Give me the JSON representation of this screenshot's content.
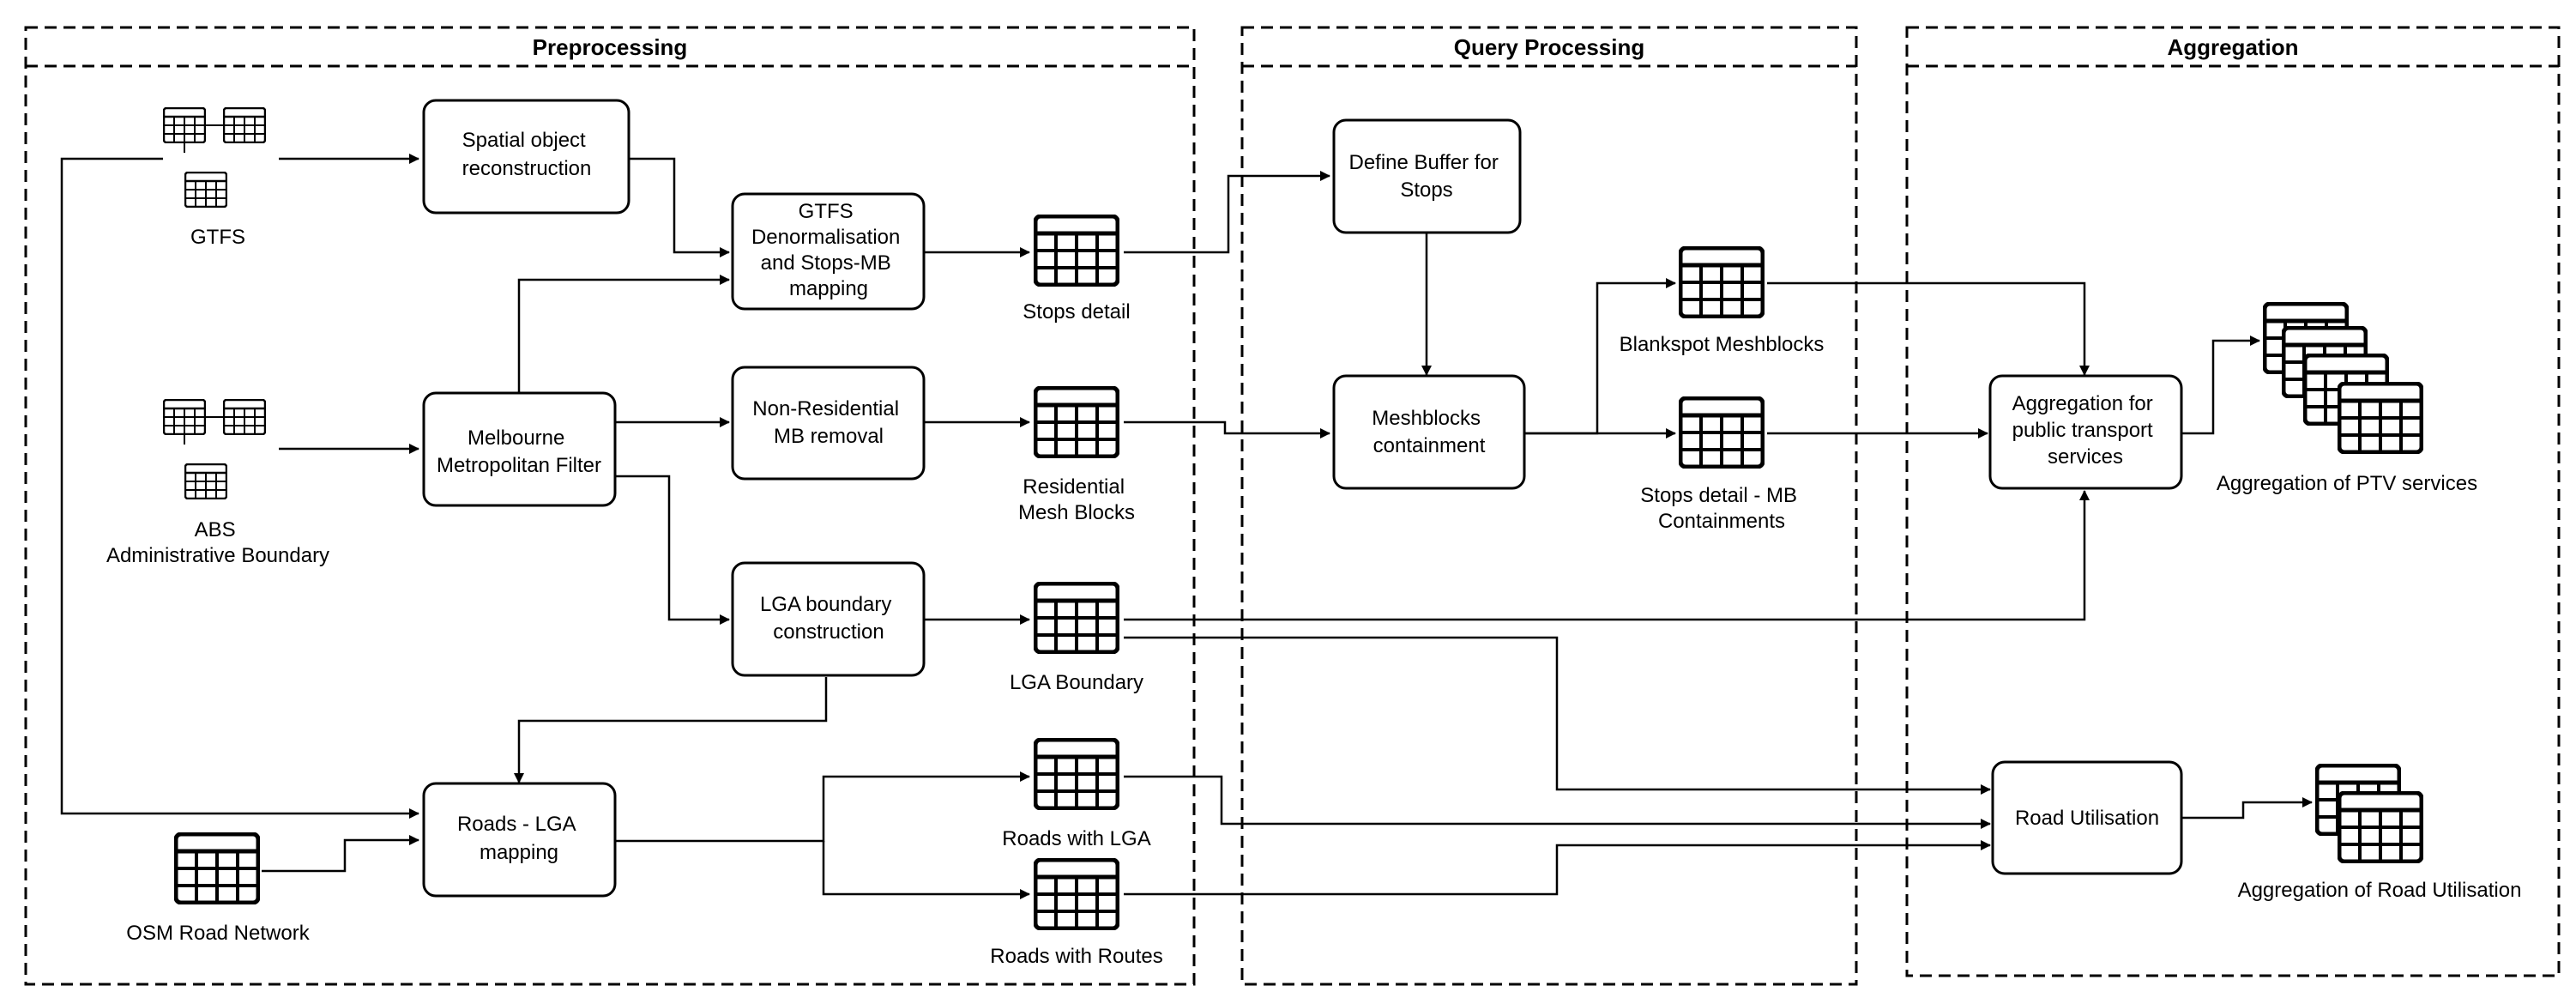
{
  "lanes": {
    "preprocessing": "Preprocessing",
    "query_processing": "Query Processing",
    "aggregation": "Aggregation"
  },
  "processes": {
    "spatial": [
      "Spatial object",
      "reconstruction"
    ],
    "gtfs_denorm": [
      "GTFS",
      "Denormalisation",
      "and Stops-MB",
      "mapping"
    ],
    "melbourne_filter": [
      "Melbourne",
      "Metropolitan Filter"
    ],
    "nonres_removal": [
      "Non-Residential",
      "MB removal"
    ],
    "lga_construction": [
      "LGA boundary",
      "construction"
    ],
    "roads_lga_mapping": [
      "Roads - LGA",
      "mapping"
    ],
    "define_buffer": [
      "Define Buffer for",
      "Stops"
    ],
    "meshblocks_containment": [
      "Meshblocks",
      "containment"
    ],
    "aggregation_pts": [
      "Aggregation for",
      "public transport",
      "services"
    ],
    "road_utilisation": [
      "Road Utilisation"
    ]
  },
  "datasets": {
    "gtfs": [
      "GTFS"
    ],
    "abs": [
      "ABS",
      "Administrative Boundary"
    ],
    "osm": [
      "OSM Road Network"
    ],
    "stops_detail": [
      "Stops detail"
    ],
    "residential_mb": [
      "Residential",
      "Mesh Blocks"
    ],
    "lga_boundary": [
      "LGA Boundary"
    ],
    "roads_with_lga": [
      "Roads with LGA"
    ],
    "roads_with_routes": [
      "Roads with Routes"
    ],
    "blankspot": [
      "Blankspot Meshblocks"
    ],
    "stops_mb": [
      "Stops detail - MB",
      "Containments"
    ],
    "agg_ptv": [
      "Aggregation of PTV services"
    ],
    "agg_road": [
      "Aggregation of Road Utilisation"
    ]
  },
  "colors": {
    "stroke": "#000000",
    "background": "#ffffff"
  }
}
